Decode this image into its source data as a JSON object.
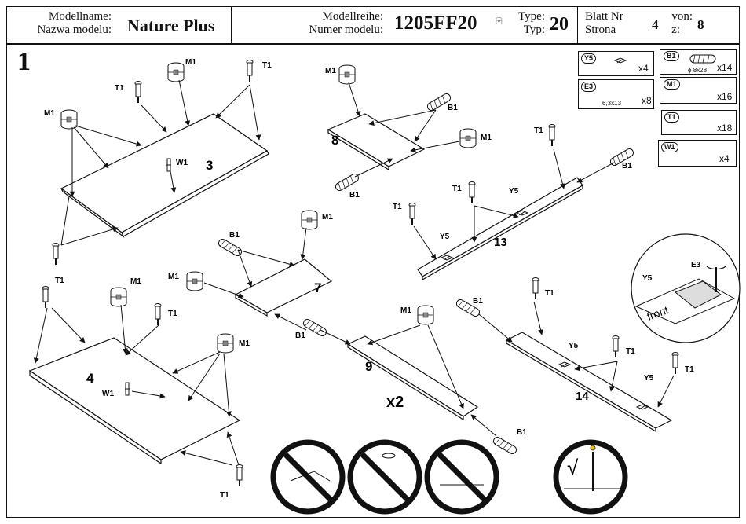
{
  "header": {
    "model_name_label_de": "Modellname:",
    "model_name_label_pl": "Nazwa modelu:",
    "model_name": "Nature Plus",
    "series_label_de": "Modellreihe:",
    "series_label_pl": "Numer modelu:",
    "series": "1205FF20",
    "type_label_de": "Type:",
    "type_label_pl": "Typ:",
    "type": "20",
    "sheet_label_de": "Blatt Nr",
    "sheet_label_pl": "Strona",
    "sheet": "4",
    "of_label_de": "von:",
    "of_label_pl": "z:",
    "total": "8"
  },
  "step_number": "1",
  "parts": [
    {
      "code": "Y5",
      "qty": "x4",
      "size": ""
    },
    {
      "code": "B1",
      "qty": "x14",
      "size": "ϕ 8x28"
    },
    {
      "code": "E3",
      "qty": "x8",
      "size": "6,3x13"
    },
    {
      "code": "M1",
      "qty": "x16",
      "size": ""
    },
    {
      "code": "T1",
      "qty": "x18",
      "size": ""
    },
    {
      "code": "W1",
      "qty": "x4",
      "size": ""
    }
  ],
  "panels": {
    "p3": "3",
    "p4": "4",
    "p7": "7",
    "p8": "8",
    "p9": "9",
    "p13": "13",
    "p14": "14",
    "multiplier": "x2"
  },
  "callouts": {
    "m1": "M1",
    "t1": "T1",
    "b1": "B1",
    "w1": "W1",
    "y5": "Y5",
    "e3": "E3",
    "front": "front",
    "check": "√"
  }
}
